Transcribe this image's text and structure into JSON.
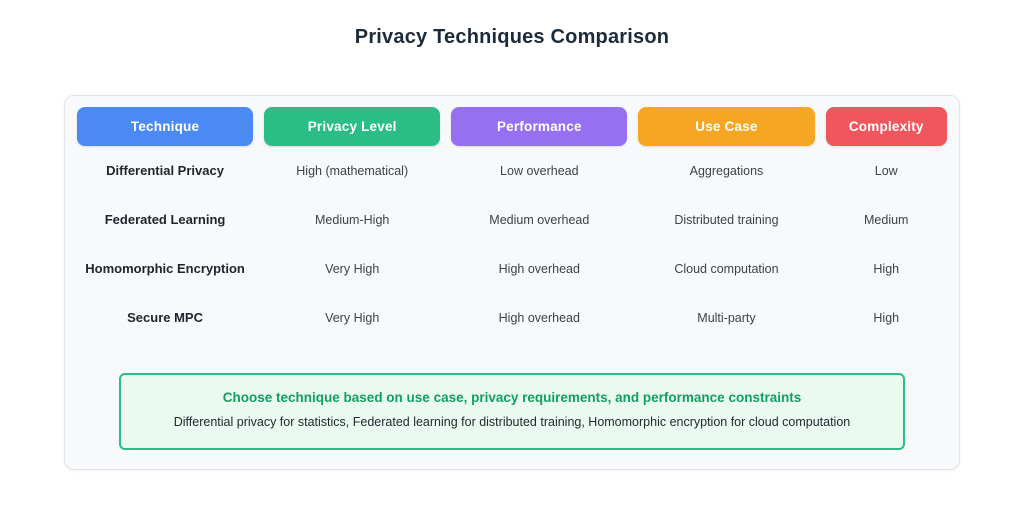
{
  "chart_data": {
    "type": "table",
    "title": "Privacy Techniques Comparison",
    "columns": [
      "Technique",
      "Privacy Level",
      "Performance",
      "Use Case",
      "Complexity"
    ],
    "column_colors": [
      "#4b8af2",
      "#2abd85",
      "#9570f0",
      "#f5a623",
      "#ef575c"
    ],
    "rows": [
      [
        "Differential Privacy",
        "High (mathematical)",
        "Low overhead",
        "Aggregations",
        "Low"
      ],
      [
        "Federated Learning",
        "Medium-High",
        "Medium overhead",
        "Distributed training",
        "Medium"
      ],
      [
        "Homomorphic Encryption",
        "Very High",
        "High overhead",
        "Cloud computation",
        "High"
      ],
      [
        "Secure MPC",
        "Very High",
        "High overhead",
        "Multi-party",
        "High"
      ]
    ],
    "note_heading": "Choose technique based on use case, privacy requirements, and performance constraints",
    "note_detail": "Differential privacy for statistics, Federated learning for distributed training, Homomorphic encryption for cloud computation",
    "legend_position": "none",
    "grid": false
  },
  "colors": {
    "title_text": "#1c2b3a",
    "panel_background": "#f8f9fb",
    "panel_border": "#e0e3e8",
    "note_border": "#2abd85",
    "note_background": "#eafaf1",
    "note_heading_text": "#149e60",
    "body_text": "#3c4248",
    "technique_text": "#20262e"
  }
}
